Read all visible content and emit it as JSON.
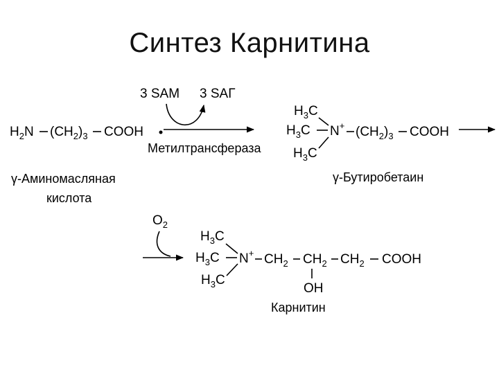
{
  "title": "Синтез Карнитина",
  "step1": {
    "reagent_in": "3 SAM",
    "reagent_out": "3 SAГ",
    "enzyme": "Метилтрансфераза"
  },
  "substrate": {
    "formula_left": "H",
    "formula_sub2": "2",
    "formula_n": "N",
    "chain": "(CH",
    "chain_sub2": "2",
    "chain_close": ")",
    "chain_sub3": "3",
    "cooh": "COOH",
    "name_line1": "γ-Аминомасляная",
    "name_line2": "кислота"
  },
  "intermediate": {
    "methyl": "H",
    "methyl_sub": "3",
    "methyl_c": "C",
    "n_plus": "N",
    "plus": "+",
    "chain": "(CH",
    "chain_sub2": "2",
    "chain_close": ")",
    "chain_sub3": "3",
    "cooh": "COOH",
    "name": "γ-Бутиробетаин"
  },
  "step2": {
    "reagent": "O",
    "reagent_sub": "2"
  },
  "product": {
    "methyl": "H",
    "methyl_sub": "3",
    "methyl_c": "C",
    "n_plus": "N",
    "plus": "+",
    "ch2": "CH",
    "ch2_sub": "2",
    "choh": "CH",
    "choh_sub": "2",
    "oh": "OH",
    "cooh": "COOH",
    "name": "Карнитин"
  }
}
